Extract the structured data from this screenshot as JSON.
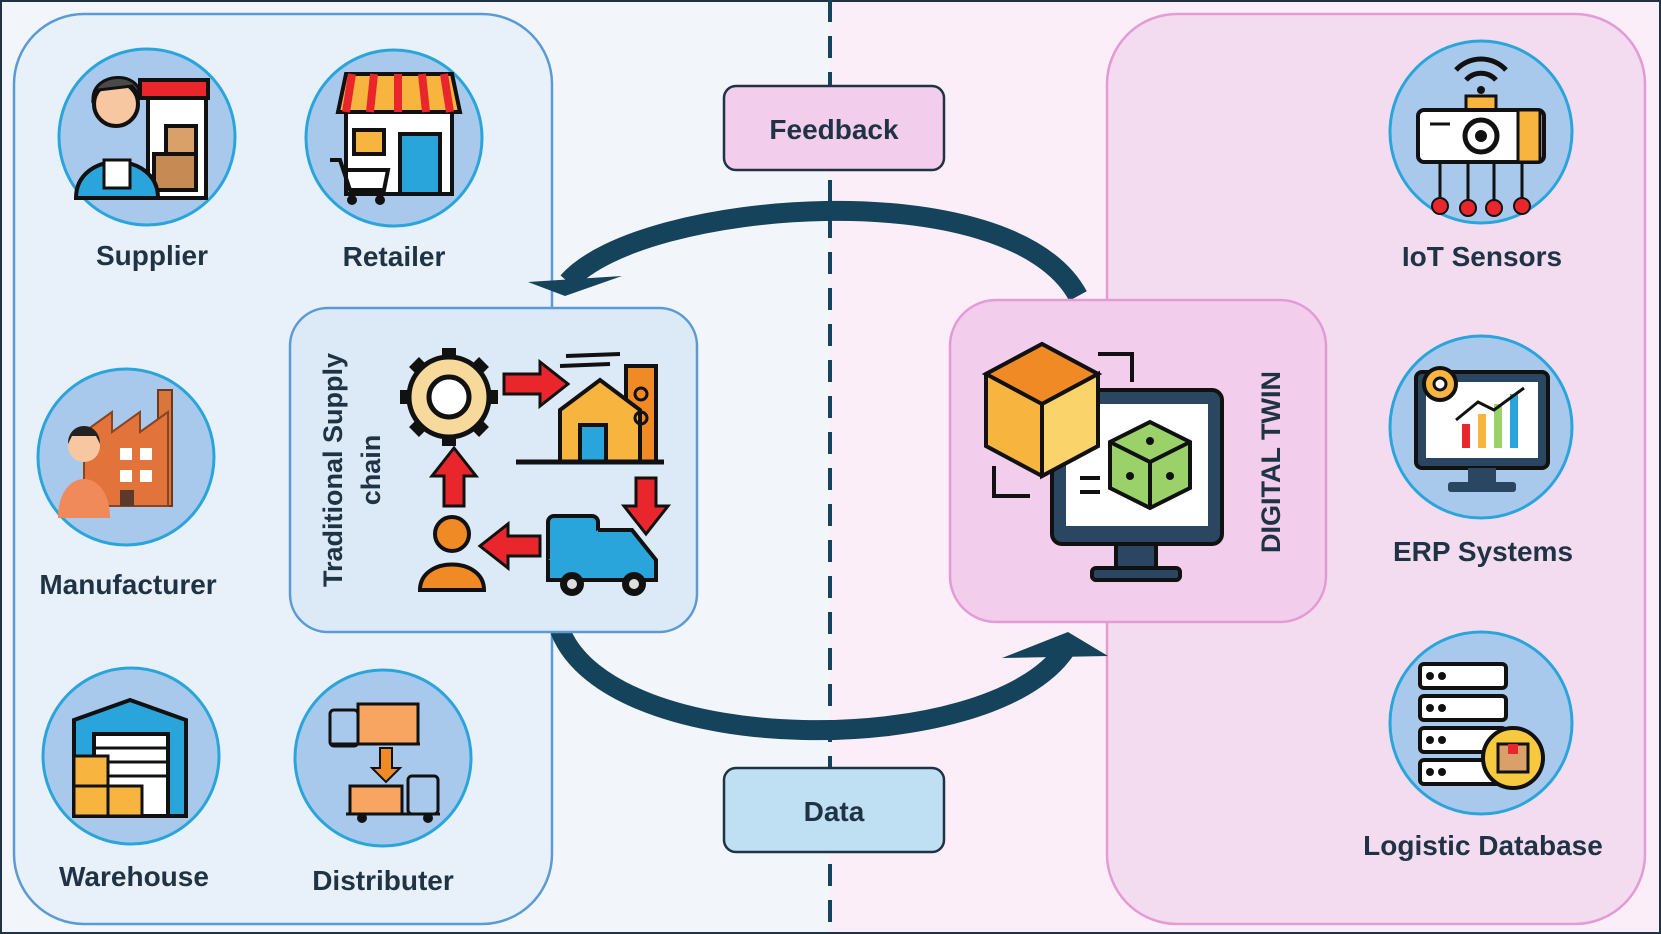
{
  "diagram": {
    "feedback_label": "Feedback",
    "data_label": "Data",
    "supply_chain_title_line1": "Traditional Supply",
    "supply_chain_title_line2": "chain",
    "digital_twin_label": "DIGITAL TWIN",
    "left_nodes": [
      {
        "label": "Supplier",
        "icon": "supplier-icon"
      },
      {
        "label": "Retailer",
        "icon": "retailer-store-icon"
      },
      {
        "label": "Manufacturer",
        "icon": "factory-icon"
      },
      {
        "label": "Warehouse",
        "icon": "warehouse-icon"
      },
      {
        "label": "Distributer",
        "icon": "distribution-truck-icon"
      }
    ],
    "right_nodes": [
      {
        "label": "IoT Sensors",
        "icon": "iot-sensor-icon"
      },
      {
        "label": "ERP Systems",
        "icon": "erp-monitor-icon"
      },
      {
        "label": "Logistic Database",
        "icon": "database-server-icon"
      }
    ],
    "colors": {
      "left_panel_bg": "#e8f0fa",
      "right_panel_bg": "#f3dcef",
      "left_border": "#5b9bd5",
      "right_border": "#e39bd6",
      "arrow": "#15435c",
      "circle_fill": "#a9c9ec",
      "circle_border": "#2aa5dc",
      "feedback_bg": "#f3cdec",
      "data_bg": "#bfe0f3",
      "text": "#1f3344"
    }
  }
}
